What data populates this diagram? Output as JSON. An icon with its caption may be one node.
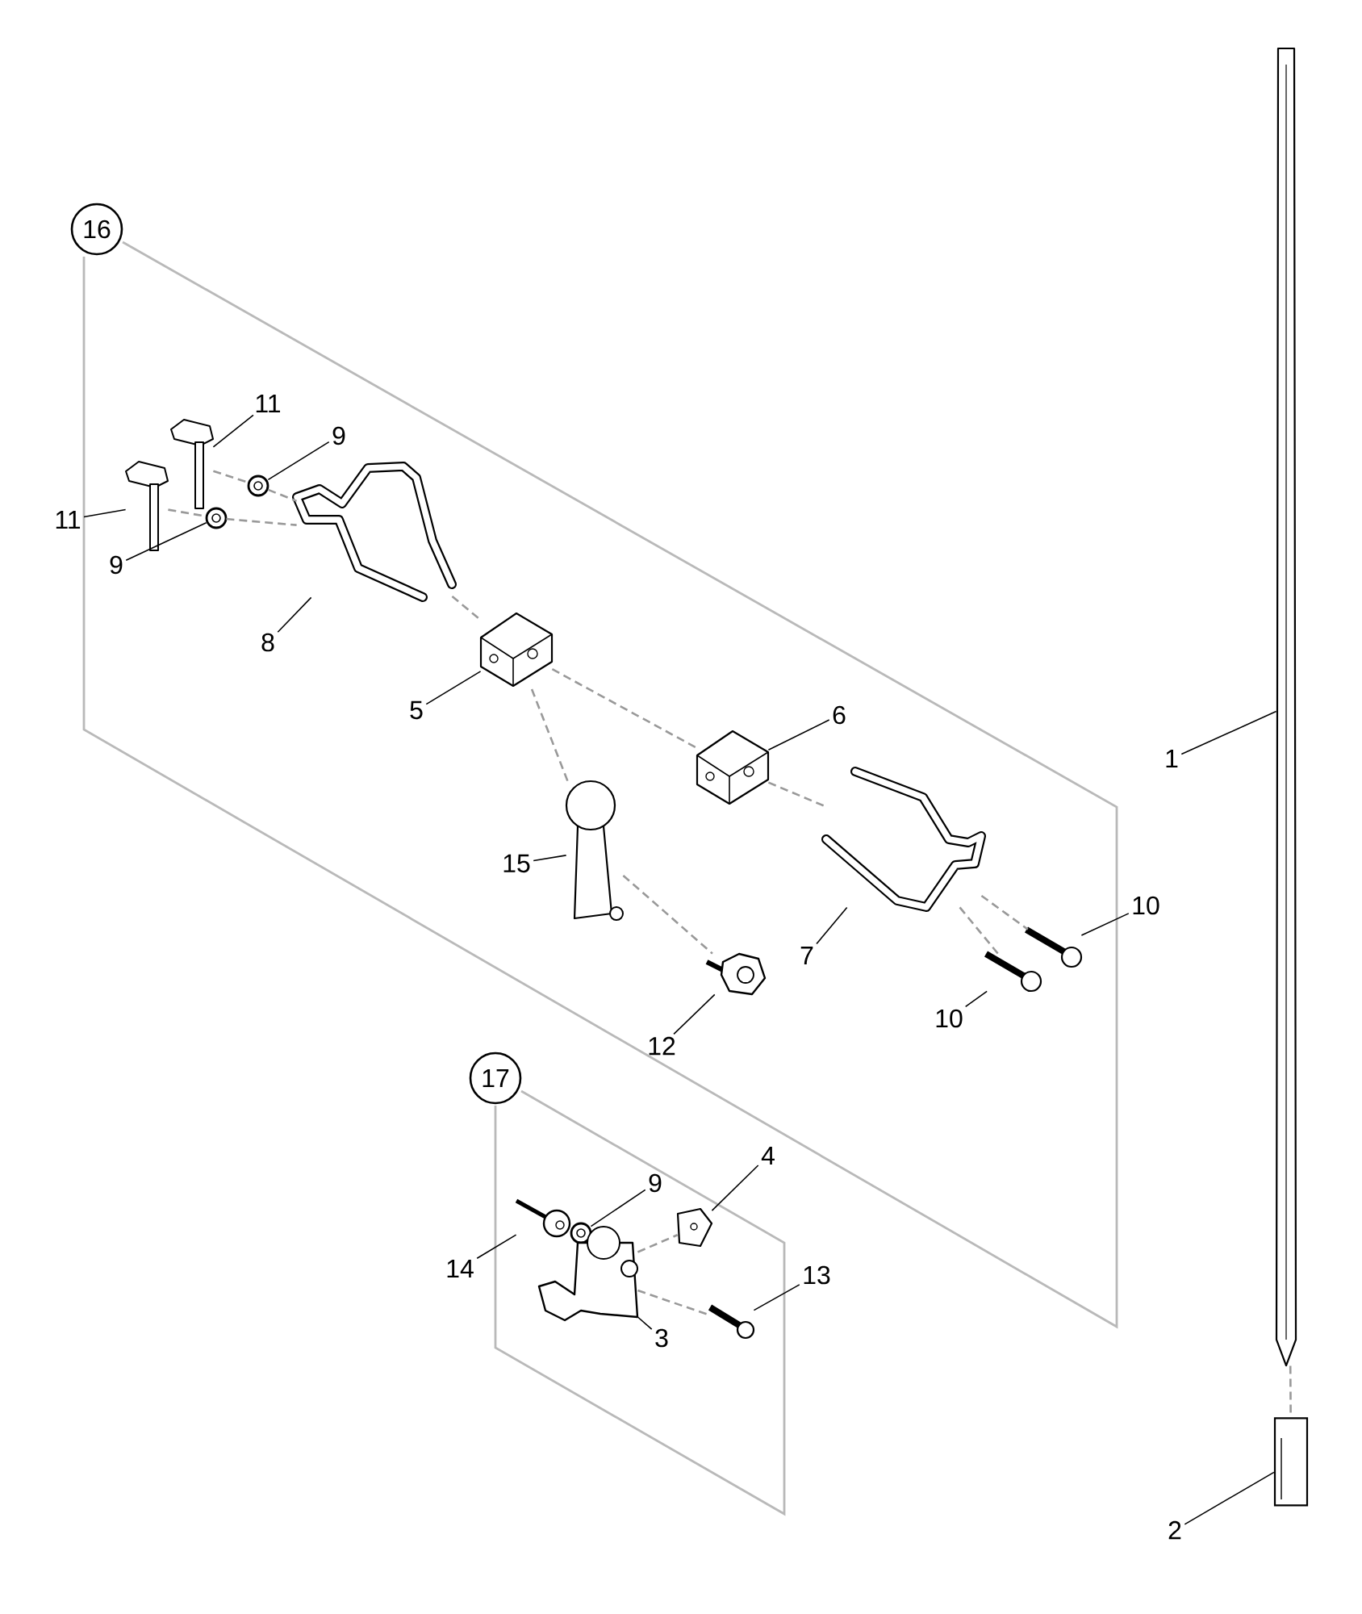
{
  "diagram": {
    "nodes": [
      {
        "text": [
          "16"
        ]
      },
      {
        "text": [
          "11"
        ]
      },
      {
        "text": [],
        "shape": "picture"
      },
      {
        "text": [
          "11"
        ]
      },
      {
        "text": [],
        "shape": "picture"
      },
      {
        "text": [
          "9"
        ]
      },
      {
        "text": [],
        "shape": "picture"
      },
      {
        "text": [
          "9"
        ]
      },
      {
        "text": [],
        "shape": "picture"
      },
      {
        "text": [
          "8"
        ]
      },
      {
        "text": [],
        "shape": "picture"
      },
      {
        "text": [
          "5"
        ]
      },
      {
        "text": [],
        "shape": "picture"
      },
      {
        "text": [
          "6"
        ]
      },
      {
        "text": [],
        "shape": "picture"
      },
      {
        "text": [
          "1"
        ]
      },
      {
        "text": [],
        "shape": "picture"
      },
      {
        "text": [
          "15"
        ]
      },
      {
        "text": [],
        "shape": "picture"
      },
      {
        "text": [
          "7"
        ]
      },
      {
        "text": [],
        "shape": "picture"
      },
      {
        "text": [
          "10"
        ]
      },
      {
        "text": [],
        "shape": "picture"
      },
      {
        "text": [
          "10"
        ]
      },
      {
        "text": [],
        "shape": "picture"
      },
      {
        "text": [
          "12"
        ]
      },
      {
        "text": [],
        "shape": "picture"
      },
      {
        "text": [
          "17"
        ]
      },
      {
        "text": [
          "9"
        ]
      },
      {
        "text": [],
        "shape": "picture"
      },
      {
        "text": [
          "4"
        ]
      },
      {
        "text": [],
        "shape": "picture"
      },
      {
        "text": [
          "14"
        ]
      },
      {
        "text": [],
        "shape": "picture"
      },
      {
        "text": [
          "13"
        ]
      },
      {
        "text": [],
        "shape": "picture"
      },
      {
        "text": [
          "3"
        ]
      },
      {
        "text": [],
        "shape": "picture"
      },
      {
        "text": [
          "2"
        ]
      },
      {
        "text": [],
        "shape": "cylinder"
      }
    ],
    "edges": [
      {
        "from": 1,
        "to": 2,
        "arrow": "none"
      },
      {
        "from": 3,
        "to": 4,
        "arrow": "none"
      },
      {
        "from": 5,
        "to": 6,
        "arrow": "none"
      },
      {
        "from": 7,
        "to": 8,
        "arrow": "none"
      },
      {
        "from": 9,
        "to": 10,
        "arrow": "none"
      },
      {
        "from": 11,
        "to": 12,
        "arrow": "none"
      },
      {
        "from": 13,
        "to": 14,
        "arrow": "none"
      },
      {
        "from": 15,
        "to": 16,
        "arrow": "none"
      },
      {
        "from": 17,
        "to": 18,
        "arrow": "none"
      },
      {
        "from": 19,
        "to": 20,
        "arrow": "none"
      },
      {
        "from": 21,
        "to": 22,
        "arrow": "none"
      },
      {
        "from": 23,
        "to": 24,
        "arrow": "none"
      },
      {
        "from": 25,
        "to": 26,
        "arrow": "none"
      },
      {
        "from": 28,
        "to": 29,
        "arrow": "none"
      },
      {
        "from": 30,
        "to": 31,
        "arrow": "none"
      },
      {
        "from": 32,
        "to": 33,
        "arrow": "none"
      },
      {
        "from": 34,
        "to": 35,
        "arrow": "none"
      },
      {
        "from": 36,
        "to": 37,
        "arrow": "none"
      },
      {
        "from": 38,
        "to": 39,
        "arrow": "none"
      },
      {
        "from": 2,
        "to": 6,
        "arrow": "none",
        "style": "dashed",
        "color": "#999999"
      },
      {
        "from": 4,
        "to": 8,
        "arrow": "none",
        "style": "dashed",
        "color": "#999999"
      },
      {
        "from": 6,
        "to": 10,
        "arrow": "none",
        "style": "dashed",
        "color": "#999999"
      },
      {
        "from": 8,
        "to": 10,
        "arrow": "none",
        "style": "dashed",
        "color": "#999999"
      },
      {
        "from": 10,
        "to": 12,
        "arrow": "none",
        "style": "dashed",
        "color": "#999999"
      },
      {
        "from": 12,
        "to": 14,
        "arrow": "none",
        "style": "dashed",
        "color": "#999999"
      },
      {
        "from": 18,
        "to": 12,
        "arrow": "none",
        "style": "dashed",
        "color": "#999999"
      },
      {
        "from": 14,
        "to": 20,
        "arrow": "none",
        "style": "dashed",
        "color": "#999999"
      },
      {
        "from": 20,
        "to": 22,
        "arrow": "none",
        "style": "dashed",
        "color": "#999999"
      },
      {
        "from": 20,
        "to": 24,
        "arrow": "none",
        "style": "dashed",
        "color": "#999999"
      },
      {
        "from": 18,
        "to": 26,
        "arrow": "none",
        "style": "dashed",
        "color": "#999999"
      },
      {
        "from": 37,
        "to": 31,
        "arrow": "none",
        "style": "dashed",
        "color": "#999999"
      },
      {
        "from": 37,
        "to": 35,
        "arrow": "none",
        "style": "dashed",
        "color": "#999999"
      },
      {
        "from": 16,
        "to": 39,
        "arrow": "none",
        "style": "dashed",
        "color": "#999999"
      }
    ]
  }
}
